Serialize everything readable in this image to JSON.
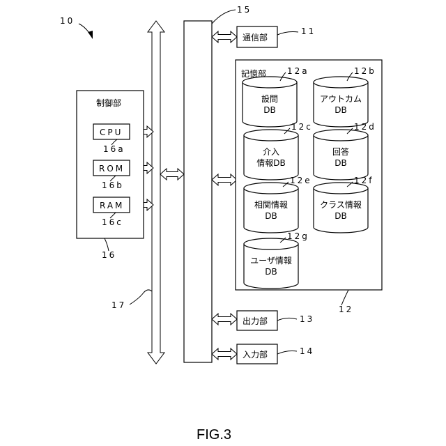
{
  "figure": {
    "ref_system": "10",
    "caption": "FIG.3"
  },
  "bus": {
    "ref_main": "17",
    "ref_interface": "15"
  },
  "control": {
    "title": "制御部",
    "ref": "16",
    "cpu": {
      "label": "CPU",
      "ref": "16a"
    },
    "rom": {
      "label": "ROM",
      "ref": "16b"
    },
    "ram": {
      "label": "RAM",
      "ref": "16c"
    }
  },
  "comm": {
    "label": "通信部",
    "ref": "11"
  },
  "storage": {
    "title": "記憶部",
    "ref": "12",
    "dbs": [
      {
        "line1": "設問",
        "line2": "DB",
        "ref": "12a"
      },
      {
        "line1": "アウトカム",
        "line2": "DB",
        "ref": "12b"
      },
      {
        "line1": "介入",
        "line2": "情報DB",
        "ref": "12c"
      },
      {
        "line1": "回答",
        "line2": "DB",
        "ref": "12d"
      },
      {
        "line1": "相関情報",
        "line2": "DB",
        "ref": "12e"
      },
      {
        "line1": "クラス情報",
        "line2": "DB",
        "ref": "12f"
      },
      {
        "line1": "ユーザ情報",
        "line2": "DB",
        "ref": "12g"
      }
    ]
  },
  "output": {
    "label": "出力部",
    "ref": "13"
  },
  "input": {
    "label": "入力部",
    "ref": "14"
  }
}
